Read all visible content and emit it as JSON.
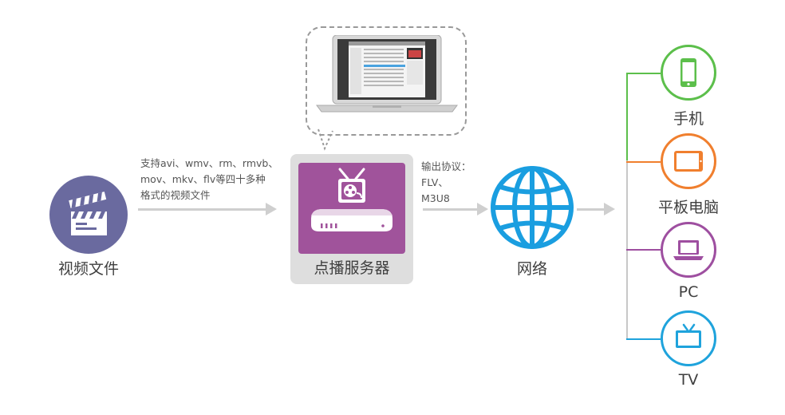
{
  "source": {
    "label": "视频文件",
    "icon": "clapperboard-icon",
    "color": "#6a6a9f"
  },
  "formats_note": {
    "lines": [
      "支持avi、wmv、rm、rmvb、",
      "mov、mkv、flv等四十多种",
      "格式的视频文件"
    ]
  },
  "server": {
    "label": "点播服务器",
    "icon": "media-server-box-icon",
    "color": "#a0539b"
  },
  "protocol_note": {
    "lines": [
      "输出协议：",
      "FLV、",
      "M3U8"
    ]
  },
  "network": {
    "label": "网络",
    "icon": "globe-icon",
    "color": "#1a9ee0"
  },
  "devices": [
    {
      "label": "手机",
      "icon": "mobile-phone-icon",
      "color": "#5cbf4b"
    },
    {
      "label": "平板电脑",
      "icon": "tablet-icon",
      "color": "#f07f2e"
    },
    {
      "label": "PC",
      "icon": "laptop-icon",
      "color": "#9e4fa0"
    },
    {
      "label": "TV",
      "icon": "tv-icon",
      "color": "#1fa3dc"
    }
  ]
}
